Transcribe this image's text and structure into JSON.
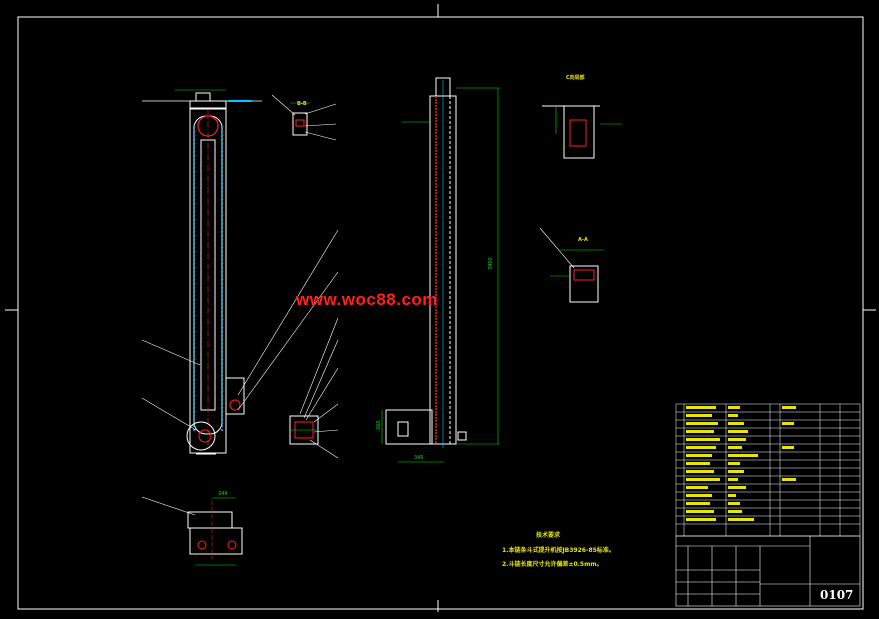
{
  "watermark": "www.woc88.com",
  "drawing_number": "0107",
  "notes": {
    "title": "技术要求",
    "items": [
      "1.本链条斗式提升机按JB3926-85标准。",
      "2.斗链长度尺寸允许偏差±0.5mm。"
    ]
  },
  "view_labels": {
    "detail_c": "C向局部",
    "section_b": "B-B",
    "section_a": "A-A"
  },
  "dimensions": {
    "overall_height": "3900",
    "width_bottom": "345",
    "side_height": "260",
    "plan_width": "344"
  },
  "colors": {
    "background": "#000000",
    "line": "#ffffff",
    "dimension": "#00e000",
    "accent": "#ff2020",
    "text": "#e6e600",
    "hidden": "#00c8ff"
  }
}
